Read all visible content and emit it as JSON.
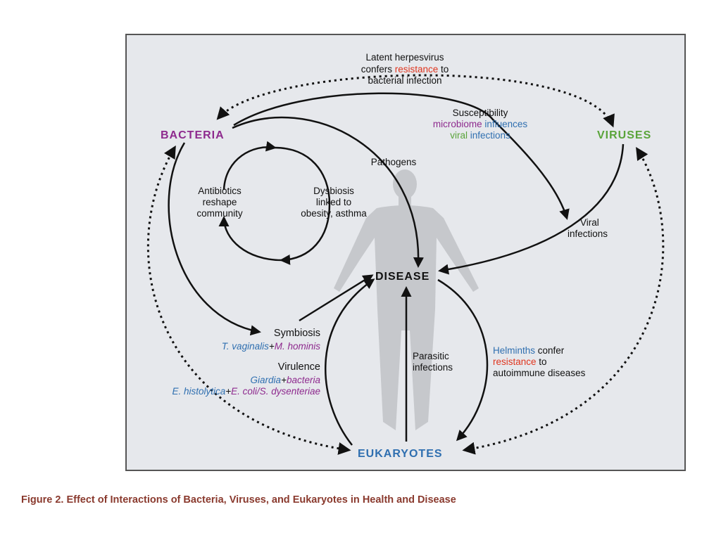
{
  "nodes": {
    "bacteria": "BACTERIA",
    "viruses": "VIRUSES",
    "eukaryotes": "EUKARYOTES",
    "disease": "DISEASE"
  },
  "colors": {
    "bacteria": "#8e2a8e",
    "viruses": "#5aa43a",
    "eukaryotes": "#2f6fb0",
    "highlight": "#e0351e",
    "caption": "#8a3a2e"
  },
  "labels": {
    "latent": {
      "line1": "Latent herpesvirus",
      "line2_a": "confers ",
      "line2_b": "resistance",
      "line2_c": " to",
      "line3": "bacterial infection"
    },
    "susceptibility": {
      "title": "Susceptibility",
      "line2_a": "microbiome",
      "line2_b": " influences",
      "line3_a": "viral",
      "line3_b": " infections"
    },
    "pathogens": "Pathogens",
    "antibiotics": {
      "line1": "Antibiotics",
      "line2": "reshape",
      "line3": "community"
    },
    "dysbiosis": {
      "title": "Dysbiosis",
      "line2": "linked to",
      "line3": "obesity, asthma"
    },
    "viral_infections": {
      "line1": "Viral",
      "line2": "infections"
    },
    "symbiosis": {
      "title": "Symbiosis",
      "a": "T. vaginalis",
      "plus": "+",
      "b": "M. hominis"
    },
    "virulence": {
      "title": "Virulence",
      "l2a": "Giardia",
      "l2plus": "+",
      "l2b": "bacteria",
      "l3a": "E. histolytica",
      "l3plus": "+",
      "l3b": "E. coli/S. dysenteriae"
    },
    "parasitic": {
      "line1": "Parasitic",
      "line2": "infections"
    },
    "helminths": {
      "l1a": "Helminths",
      "l1b": " confer",
      "line2": "resistance",
      "line2b": " to",
      "line3": "autoimmune diseases"
    }
  },
  "caption": "Figure 2.  Effect of Interactions of Bacteria, Viruses, and Eukaryotes in Health and Disease"
}
